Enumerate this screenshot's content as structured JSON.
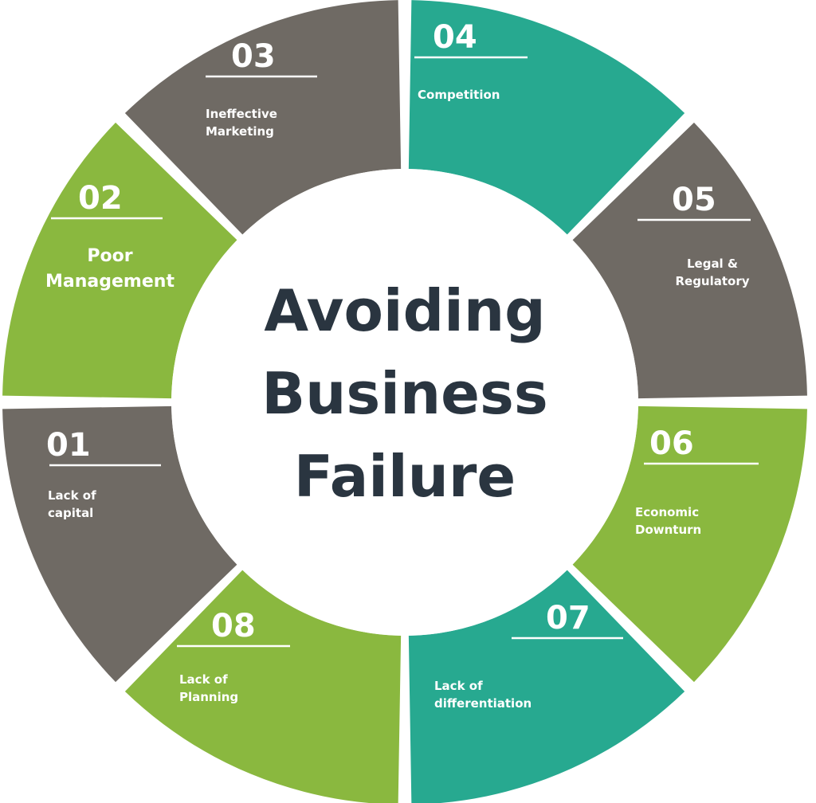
{
  "title_lines": [
    "Avoiding",
    "Business",
    "Failure"
  ],
  "colors": {
    "green": "#8ab83f",
    "teal": "#27a990",
    "gray": "#6f6a64",
    "title": "#2a3540",
    "text": "#ffffff"
  },
  "segments": [
    {
      "number": "01",
      "lines": [
        "Lack of",
        "capital"
      ],
      "color": "green"
    },
    {
      "number": "02",
      "lines": [
        "Poor",
        "Management"
      ],
      "color": "gray"
    },
    {
      "number": "03",
      "lines": [
        "Ineffective",
        "Marketing"
      ],
      "color": "green"
    },
    {
      "number": "04",
      "lines": [
        "Competition"
      ],
      "color": "teal"
    },
    {
      "number": "05",
      "lines": [
        "Legal &",
        "Regulatory"
      ],
      "color": "green"
    },
    {
      "number": "06",
      "lines": [
        "Economic",
        "Downturn"
      ],
      "color": "gray"
    },
    {
      "number": "07",
      "lines": [
        "Lack of",
        "differentiation"
      ],
      "color": "teal"
    },
    {
      "number": "08",
      "lines": [
        "Lack of",
        "Planning"
      ],
      "color": "gray"
    }
  ]
}
